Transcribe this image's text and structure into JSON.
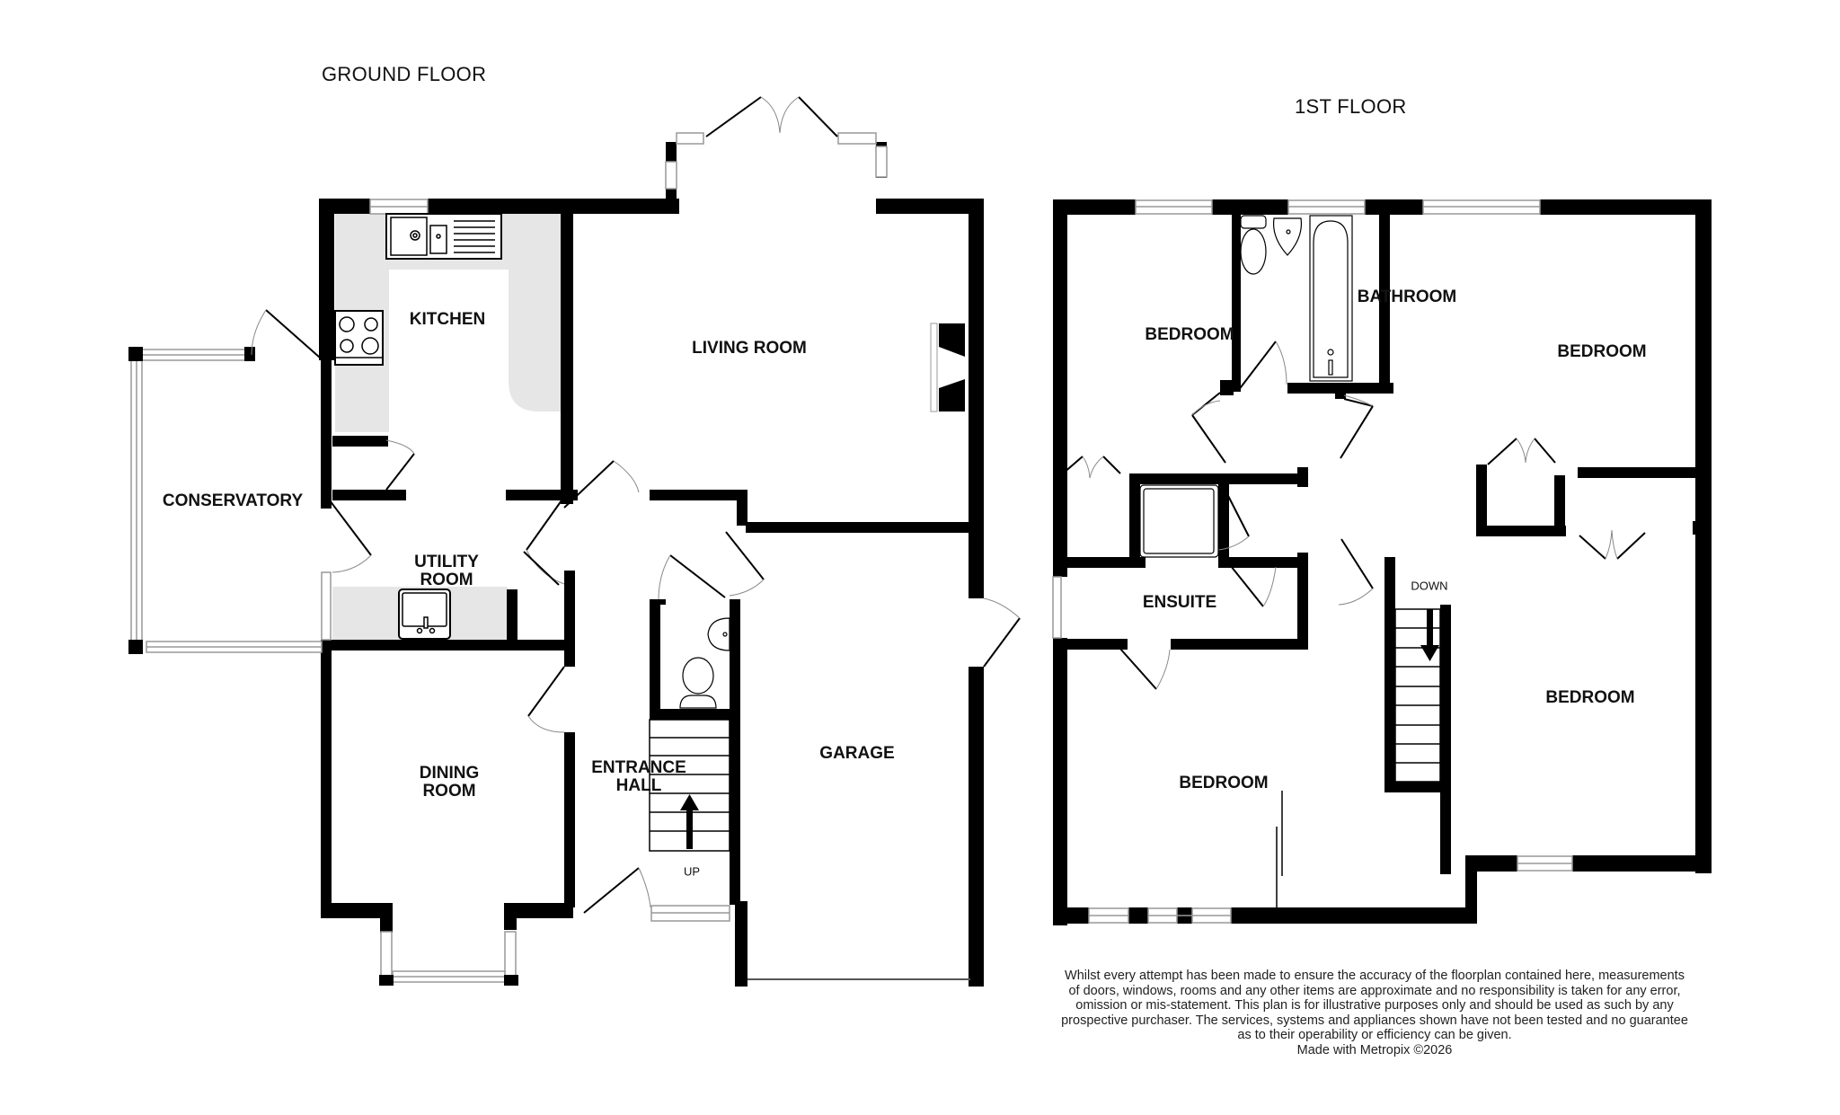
{
  "floors": {
    "ground": {
      "title": "GROUND FLOOR",
      "rooms": {
        "kitchen": "KITCHEN",
        "living_room": "LIVING ROOM",
        "conservatory": "CONSERVATORY",
        "utility_room": [
          "UTILITY",
          "ROOM"
        ],
        "dining_room": [
          "DINING",
          "ROOM"
        ],
        "entrance_hall": [
          "ENTRANCE",
          "HALL"
        ],
        "garage": "GARAGE"
      },
      "stairs_label": "UP"
    },
    "first": {
      "title": "1ST FLOOR",
      "rooms": {
        "bedroom_1": "BEDROOM",
        "bathroom": "BATHROOM",
        "bedroom_2": "BEDROOM",
        "ensuite": "ENSUITE",
        "bedroom_3": "BEDROOM",
        "bedroom_4": "BEDROOM"
      },
      "stairs_label": "DOWN"
    }
  },
  "disclaimer": {
    "lines": [
      "Whilst every attempt has been made to ensure the accuracy of the floorplan contained here, measurements",
      "of doors, windows, rooms and any other items are approximate and no responsibility is taken for any error,",
      "omission or mis-statement. This plan is for illustrative purposes only and should be used as such by any",
      "prospective purchaser. The services, systems and appliances shown have not been tested and no guarantee",
      "as to their operability or efficiency can be given."
    ],
    "credit": "Made with Metropix ©2026"
  },
  "colors": {
    "wall": "#000000",
    "worktop": "#e6e6e6",
    "background": "#ffffff",
    "window": "#999999"
  }
}
